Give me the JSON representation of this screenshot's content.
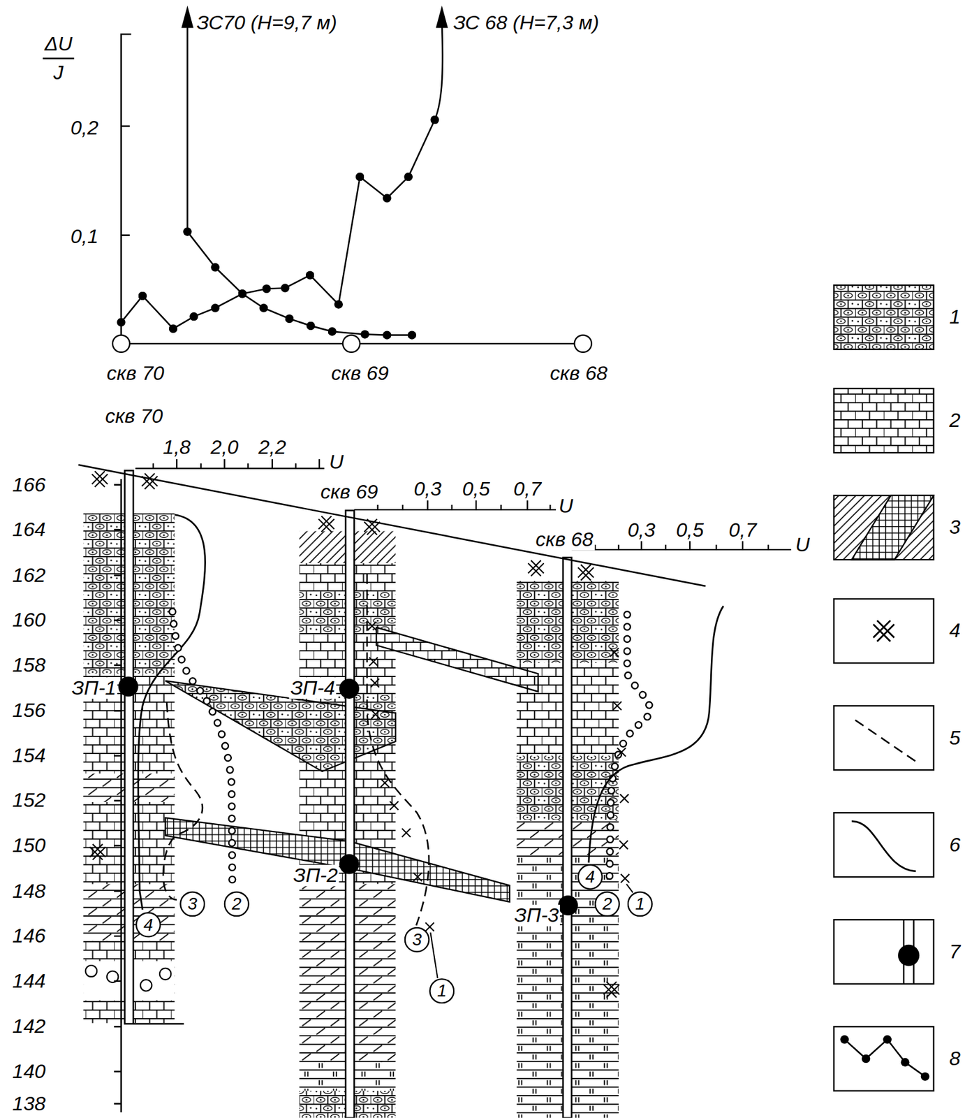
{
  "diagram": {
    "nodes": [
      {
        "text": [
          "3"
        ]
      },
      {
        "text": [
          "2"
        ]
      },
      {
        "text": [
          "4"
        ]
      },
      {
        "text": [
          "3"
        ]
      },
      {
        "text": [
          "1"
        ]
      },
      {
        "text": [
          "4"
        ]
      },
      {
        "text": [
          "2"
        ]
      },
      {
        "text": [
          "1"
        ]
      }
    ],
    "labels": [
      "ΔU",
      "J",
      "ЗС70 (Н=9,7 м)",
      "ЗС 68 (Н=7,3 м)",
      "0,2",
      "0,1",
      "скв 70",
      "скв 69",
      "скв 68",
      "скв 70",
      "1,8",
      "2,0",
      "2,2",
      "U",
      "скв 69",
      "0,3",
      "0,5",
      "0,7",
      "U",
      "скв 68",
      "0,3",
      "0,5",
      "0,7",
      "U",
      "166",
      "164",
      "162",
      "160",
      "158",
      "156",
      "154",
      "152",
      "150",
      "148",
      "146",
      "144",
      "142",
      "140",
      "138",
      "ЗП-1",
      "ЗП-4",
      "ЗП-2",
      "ЗП-3"
    ],
    "legend": [
      {
        "text": "1"
      },
      {
        "text": "2"
      },
      {
        "text": "3"
      },
      {
        "text": "4"
      },
      {
        "text": "5"
      },
      {
        "text": "6"
      },
      {
        "text": "7"
      },
      {
        "text": "8"
      }
    ]
  }
}
